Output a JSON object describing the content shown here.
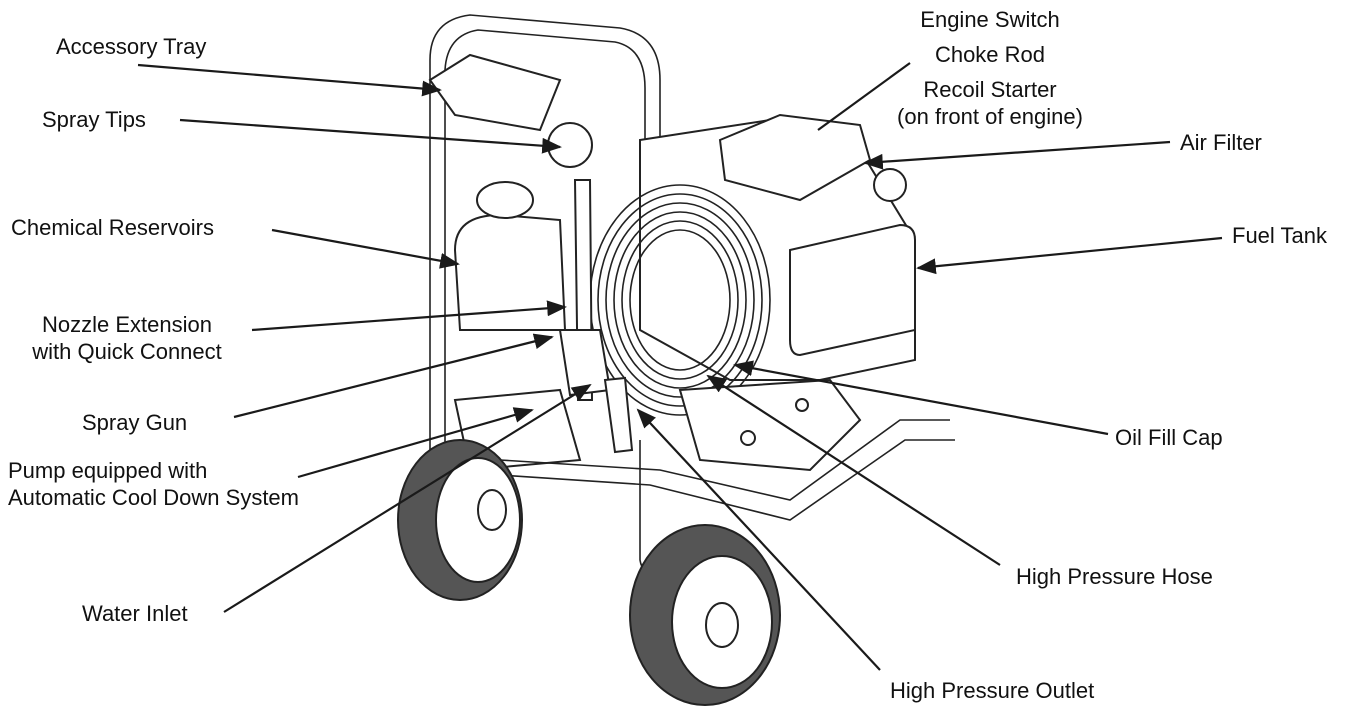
{
  "labels": {
    "accessory_tray": "Accessory Tray",
    "spray_tips": "Spray Tips",
    "chemical_reservoirs": "Chemical Reservoirs",
    "nozzle_extension_1": "Nozzle Extension",
    "nozzle_extension_2": "with Quick Connect",
    "spray_gun": "Spray Gun",
    "pump_1": "Pump equipped with",
    "pump_2": "Automatic Cool Down System",
    "water_inlet": "Water Inlet",
    "engine_switch": "Engine Switch",
    "choke_rod": "Choke Rod",
    "recoil_starter_1": "Recoil Starter",
    "recoil_starter_2": "(on front of engine)",
    "air_filter": "Air Filter",
    "fuel_tank": "Fuel Tank",
    "oil_fill_cap": "Oil Fill Cap",
    "high_pressure_hose": "High Pressure Hose",
    "high_pressure_outlet": "High Pressure Outlet"
  }
}
